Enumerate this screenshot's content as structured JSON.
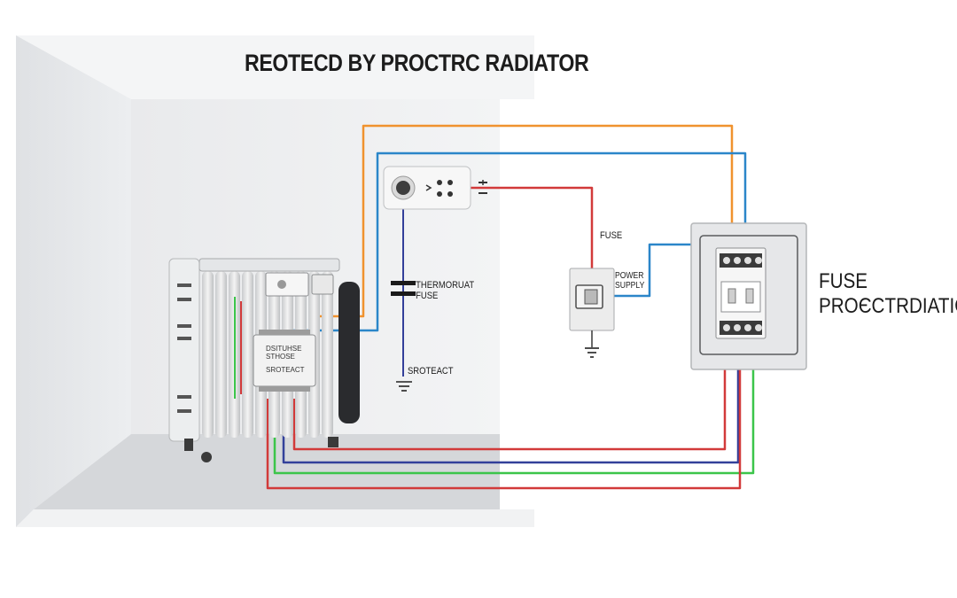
{
  "title": "REOTECD BY PROCTRC RADIATOR",
  "labels": {
    "thermostat_fuse_line1": "THERMORUAT",
    "thermostat_fuse_line2": "FUSE",
    "ground_label": "SROTEACT",
    "fuse_label": "FUSE",
    "power_supply_line1": "POWER",
    "power_supply_line2": "SUPPLY",
    "panel_label_line1": "FUSE",
    "panel_label_line2": "PROЄCTRDIATIOR",
    "radiator_module_line1": "DSITUHSE",
    "radiator_module_line2": "STHOSE",
    "radiator_module_line3": "SROTEACT"
  },
  "wire_colors": {
    "orange": "#f0922e",
    "blue": "#2b86c9",
    "red": "#d23a3a",
    "green": "#3cc54a",
    "navy": "#33409a"
  },
  "icons": [
    "radiator-icon",
    "wall-outlet-icon",
    "thermostat-fuse-symbol-icon",
    "ground-icon",
    "fuse-holder-icon",
    "fuse-panel-icon"
  ]
}
